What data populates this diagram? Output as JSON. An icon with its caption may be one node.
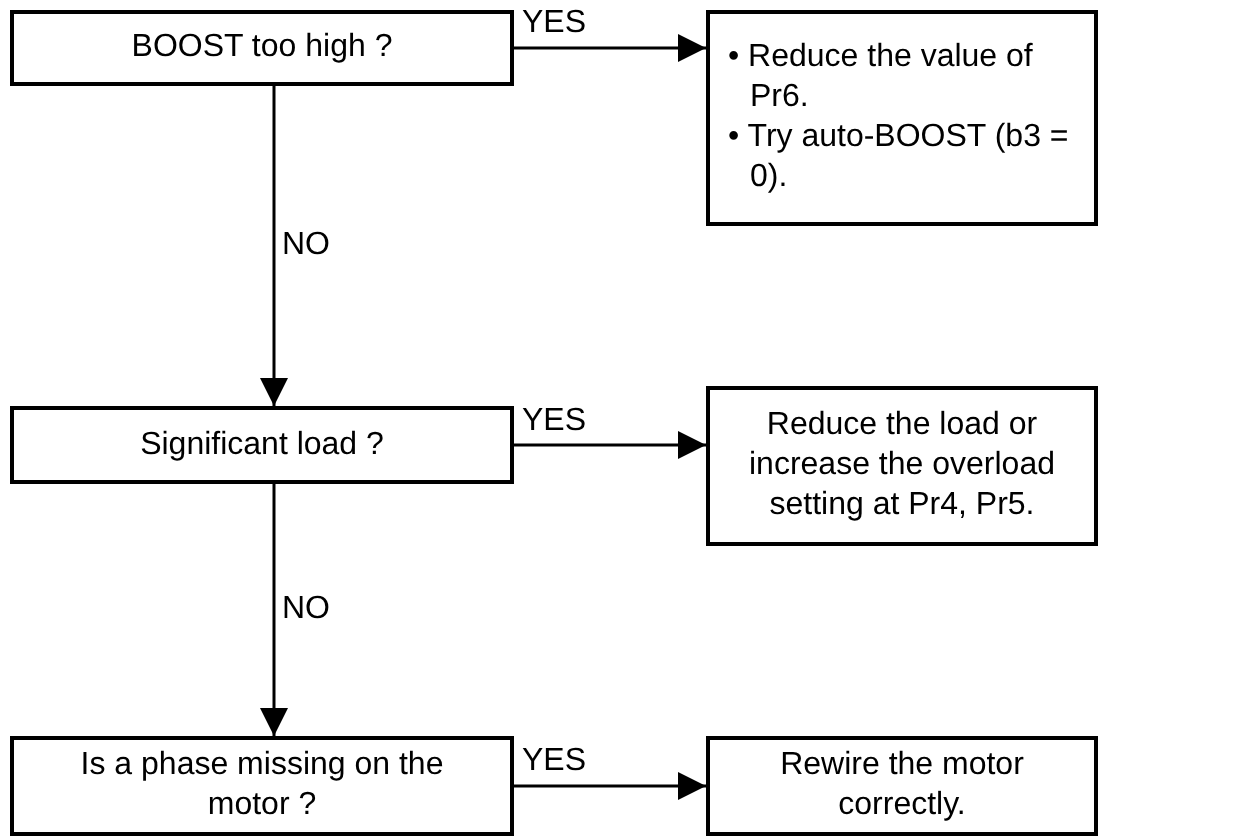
{
  "diagram": {
    "nodes": [
      {
        "text": [
          "BOOST too high ?"
        ]
      },
      {
        "text": [
          "• Reduce the value of Pr6.",
          "• Try auto-BOOST (b3 = 0)."
        ]
      },
      {
        "text": [
          "Significant load ?"
        ]
      },
      {
        "text": [
          "Reduce the load or increase the overload setting at Pr4, Pr5."
        ]
      },
      {
        "text": [
          "Is a phase missing on the motor ?"
        ]
      },
      {
        "text": [
          "Rewire the motor correctly."
        ]
      }
    ],
    "edges": [
      {
        "from": 0,
        "to": 1,
        "arrow": "to",
        "label": "YES"
      },
      {
        "from": 0,
        "to": 2,
        "arrow": "to",
        "label": "NO"
      },
      {
        "from": 2,
        "to": 3,
        "arrow": "to",
        "label": "YES"
      },
      {
        "from": 2,
        "to": 4,
        "arrow": "to",
        "label": "NO"
      },
      {
        "from": 4,
        "to": 5,
        "arrow": "to",
        "label": "YES"
      }
    ]
  }
}
